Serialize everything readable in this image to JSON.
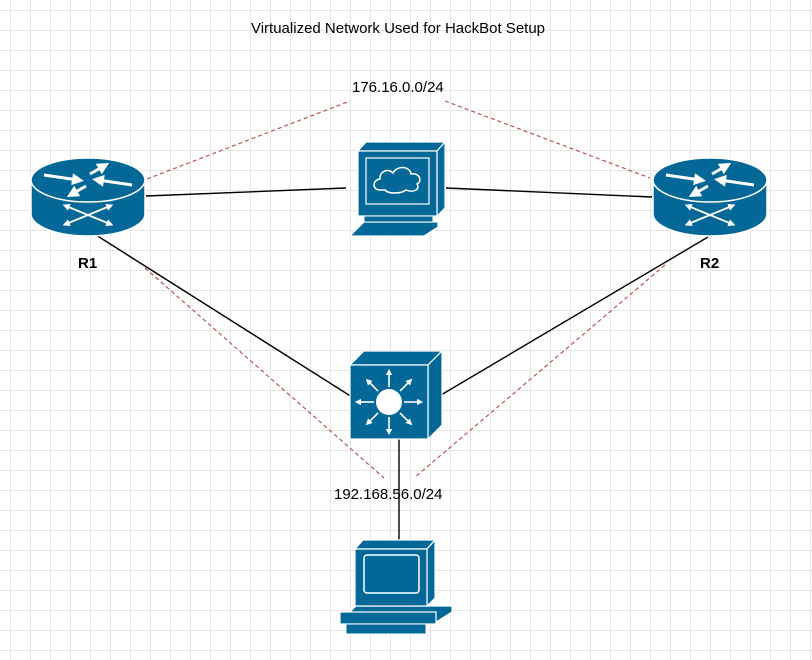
{
  "title": "Virtualized Network Used for HackBot Setup",
  "networks": {
    "top": "176.16.0.0/24",
    "bottom": "192.168.56.0/24"
  },
  "routers": {
    "left": "R1",
    "right": "R2"
  },
  "colors": {
    "device_fill": "#036897",
    "device_stroke": "#ffffff",
    "dashed_link": "#b85450",
    "solid_link": "#000000",
    "grid": "#e6e6e6"
  },
  "icons": {
    "router": "router-icon",
    "workstation": "workstation-icon",
    "switch": "layer3-switch-icon",
    "cloud": "cloud-icon"
  }
}
